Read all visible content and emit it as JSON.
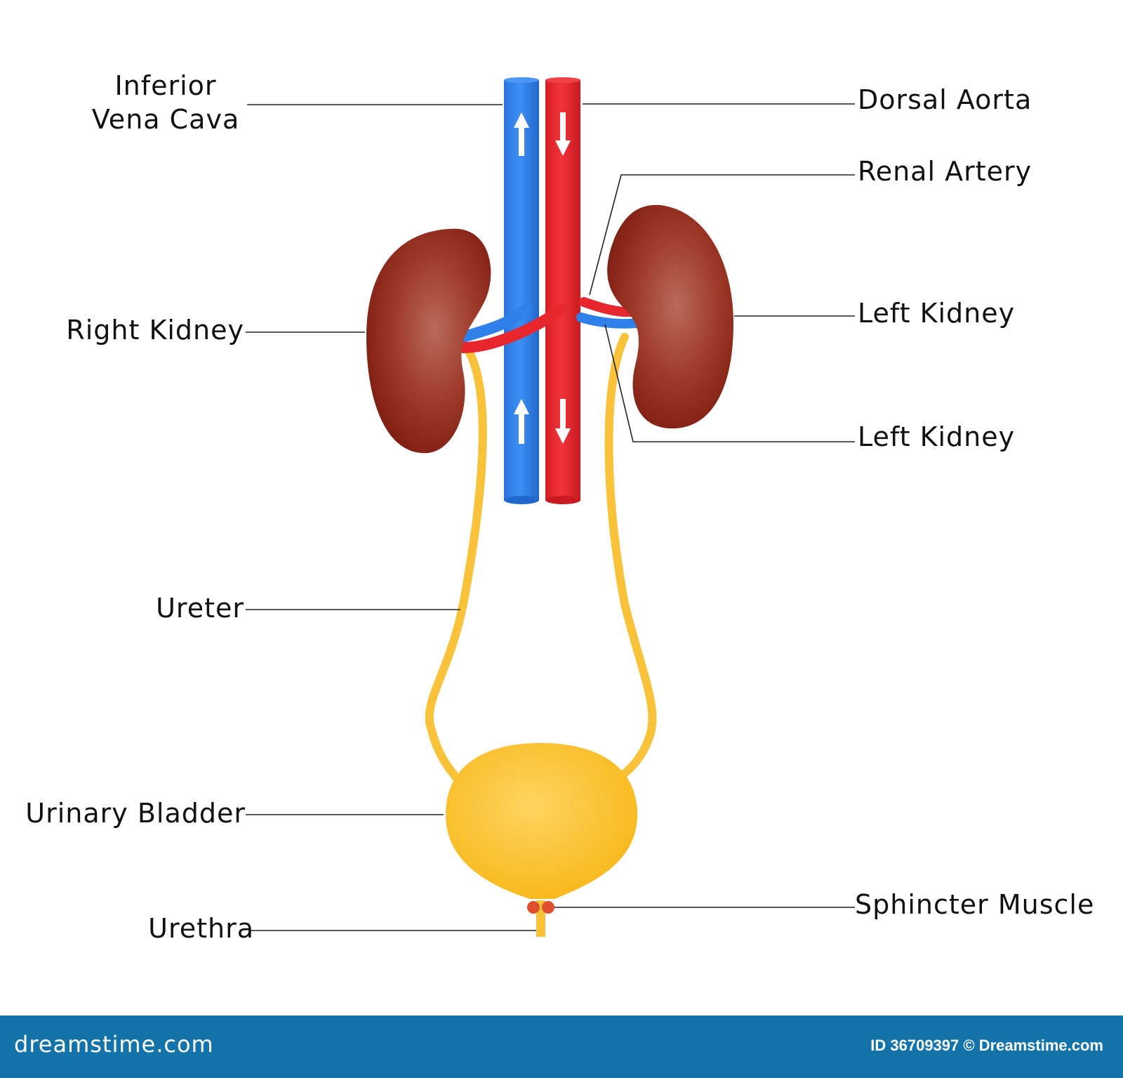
{
  "labels": {
    "inferior_vena_cava": "Inferior\nVena Cava",
    "dorsal_aorta": "Dorsal Aorta",
    "renal_artery": "Renal Artery",
    "right_kidney": "Right Kidney",
    "left_kidney": "Left Kidney",
    "left_kidney_2": "Left Kidney",
    "ureter": "Ureter",
    "urinary_bladder": "Urinary Bladder",
    "sphincter_muscle": "Sphincter Muscle",
    "urethra": "Urethra"
  },
  "footer": {
    "brand": "dreamstime.com",
    "id_text": "ID 36709397 © Dreamstime.com"
  },
  "colors": {
    "vein": "#2f80e8",
    "artery": "#e8262e",
    "kidney": "#9c2b1f",
    "ureter": "#f8c23a",
    "bladder": "#fcc32d",
    "footer": "#1473a8"
  }
}
